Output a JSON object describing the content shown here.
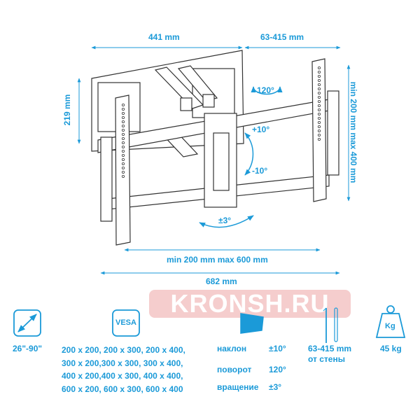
{
  "watermark": "KRONSH.RU",
  "colors": {
    "accent": "#1b9ad8",
    "watermark": "#f3c4c4",
    "line": "#333333"
  },
  "dimensions": {
    "top_left": "441 mm",
    "top_right": "63-415 mm",
    "left_height": "219 mm",
    "right_height": "min 200 mm max 400 mm",
    "inner_width": "min 200 mm max 600 mm",
    "outer_width": "682 mm"
  },
  "angles": {
    "swivel": "120°",
    "tilt_up": "+10°",
    "tilt_down": "-10°",
    "rotation": "±3°"
  },
  "specs": {
    "screen_size": {
      "icon": "diagonal-arrow-icon",
      "value": "26\"-90\""
    },
    "vesa": {
      "icon": "vesa-icon",
      "icon_label": "VESA",
      "lines": [
        "200 x 200, 200 x 300, 200 x 400,",
        "300 x 200,300 x 300, 300 x 400,",
        "400 x 200,400 x 300, 400 x 400,",
        "600 x 200, 600 x 300, 600 x 400"
      ]
    },
    "motion": {
      "icon": "tv-tilt-icon",
      "rows": [
        {
          "label": "наклон",
          "value": "±10°"
        },
        {
          "label": "поворот",
          "value": "120°"
        },
        {
          "label": "вращение",
          "value": "±3°"
        }
      ]
    },
    "wall_distance": {
      "icon": "wall-distance-icon",
      "value": "63-415 mm",
      "sub": "от стены"
    },
    "max_load": {
      "icon": "weight-icon",
      "icon_label": "Kg",
      "value": "45 kg"
    }
  }
}
